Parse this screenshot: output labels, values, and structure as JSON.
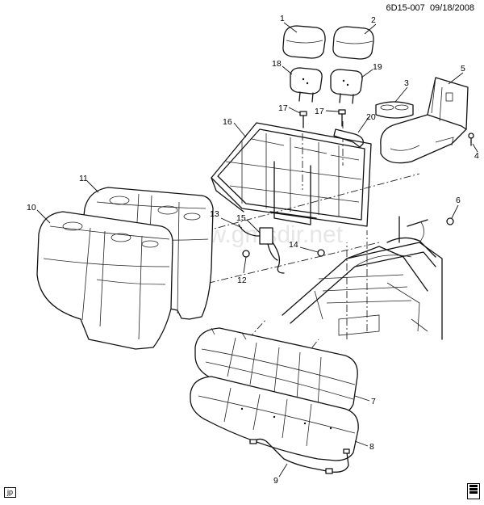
{
  "header": {
    "diagram_id": "6D15-007",
    "date": "09/18/2008"
  },
  "corner_tag": "jp",
  "callouts": [
    "1",
    "2",
    "3",
    "4",
    "5",
    "6",
    "7",
    "8",
    "9",
    "10",
    "11",
    "12",
    "13",
    "14",
    "15",
    "16",
    "17",
    "17",
    "18",
    "19",
    "20"
  ],
  "watermark": "www.gmsdir.net"
}
